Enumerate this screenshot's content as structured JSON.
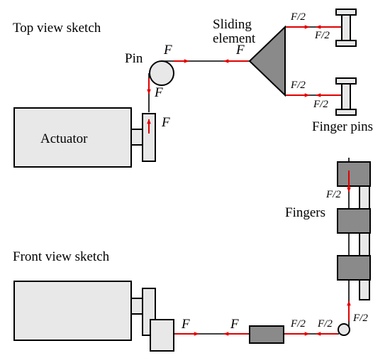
{
  "labels": {
    "top_view": "Top view sketch",
    "front_view": "Front view sketch",
    "pin": "Pin",
    "sliding_line1": "Sliding",
    "sliding_line2": "element",
    "actuator": "Actuator",
    "finger_pins": "Finger pins",
    "fingers": "Fingers"
  },
  "forces": {
    "full": "F",
    "half": "F/2"
  },
  "colors": {
    "arrow": "#e00000",
    "light_fill": "#e8e8e8",
    "dark_fill": "#8a8a8a"
  }
}
